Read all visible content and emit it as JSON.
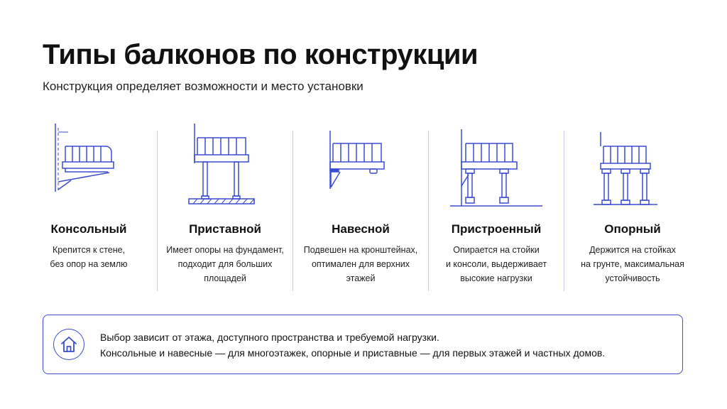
{
  "header": {
    "title": "Типы балконов по конструкции",
    "subtitle": "Конструкция определяет возможности и место установки"
  },
  "colors": {
    "accent": "#3b4ccf",
    "divider": "#c5cbe8",
    "text": "#111111"
  },
  "types": [
    {
      "icon": "cantilever-balcony-icon",
      "name": "Консольный",
      "description": "Крепится к стене,\nбез опор на землю"
    },
    {
      "icon": "attached-balcony-icon",
      "name": "Приставной",
      "description": "Имеет опоры на фундамент,\nподходит для больших\nплощадей"
    },
    {
      "icon": "hanging-balcony-icon",
      "name": "Навесной",
      "description": "Подвешен на кронштейнах,\nоптимален для верхних\nэтажей"
    },
    {
      "icon": "built-on-balcony-icon",
      "name": "Пристроенный",
      "description": "Опирается на стойки\nи консоли, выдерживает\nвысокие нагрузки"
    },
    {
      "icon": "supported-balcony-icon",
      "name": "Опорный",
      "description": "Держится на стойках\nна грунте, максимальная\nустойчивость"
    }
  ],
  "note": {
    "icon": "house-icon",
    "line1": "Выбор зависит от этажа, доступного пространства и требуемой нагрузки.",
    "line2": "Консольные и навесные — для многоэтажек, опорные и приставные — для первых этажей и частных домов."
  }
}
